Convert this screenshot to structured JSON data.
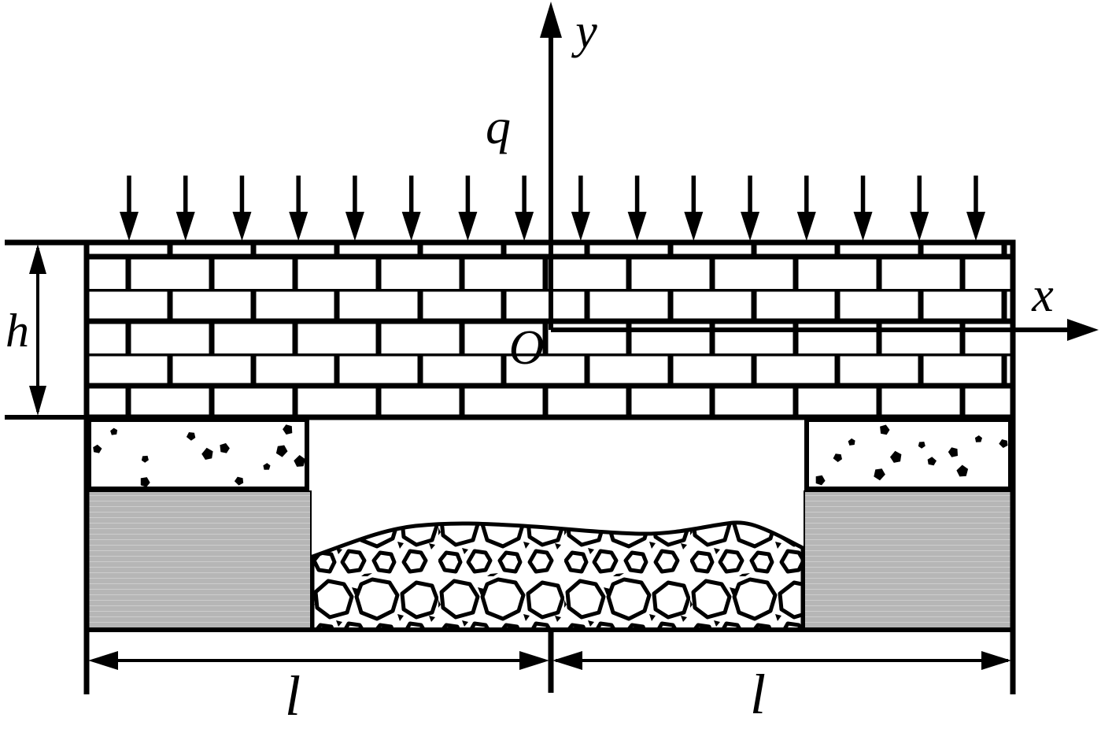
{
  "figure": {
    "labels": {
      "distributed_load": "q",
      "y_axis": "y",
      "x_axis": "x",
      "origin": "O",
      "beam_height": "h",
      "left_span": "l",
      "right_span": "l"
    },
    "load_arrow_count": 16,
    "colors": {
      "line": "#000000",
      "support_fill": "#b6b6b6",
      "support_fill_stripe": "#cdcdcd",
      "background": "#ffffff"
    },
    "textures": {
      "beam": "brick-masonry",
      "support_upper": "speckled-concrete",
      "support_lower": "shaded-gray-block",
      "between_supports": "rubble-stones"
    }
  }
}
